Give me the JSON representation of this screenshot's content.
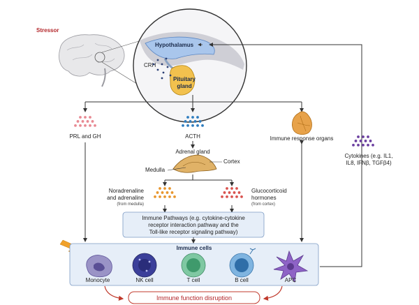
{
  "stressor": "Stressor",
  "brain": {
    "hypothalamus": "Hypothalamus",
    "crh": "CRH",
    "pituitary_line1": "Pituitary",
    "pituitary_line2": "gland"
  },
  "branches": {
    "prl_gh": "PRL and GH",
    "acth": "ACTH",
    "immune_response_organs": "Immune response organs",
    "cytokines_line1": "Cytokines (e.g. IL1,",
    "cytokines_line2": "IL8, IFNβ, TGFβ4)"
  },
  "adrenal": {
    "adrenal_gland": "Adrenal gland",
    "cortex": "Cortex",
    "medulla": "Medulla"
  },
  "hormones": {
    "noradrenaline_line1": "Noradrenaline",
    "noradrenaline_line2": "and adrenaline",
    "noradrenaline_note": "(from medulla)",
    "gluco_line1": "Glucocorticoid",
    "gluco_line2": "hormones",
    "gluco_note": "(from cortex)"
  },
  "pathways": {
    "line1": "Immune Pathways (e.g. cytokine-cytokine",
    "line2": "receptor interaction pathway and the",
    "line3": "Toll-like receptor signaling pathway)"
  },
  "immune_cells": {
    "title": "Immune cells",
    "cells": [
      "Monocyte",
      "NK cell",
      "T cell",
      "B cell",
      "APC"
    ]
  },
  "outcome": "Immune function disruption",
  "colors": {
    "pink_dots": "#e88a93",
    "blue_dots": "#2e7dbf",
    "orange_dots": "#e8962e",
    "red_dots": "#d9534f",
    "purple_dots": "#6b3fa0",
    "box_fill": "#e6eef8",
    "box_stroke": "#7d9bc4",
    "outcome_text": "#b3262a"
  }
}
